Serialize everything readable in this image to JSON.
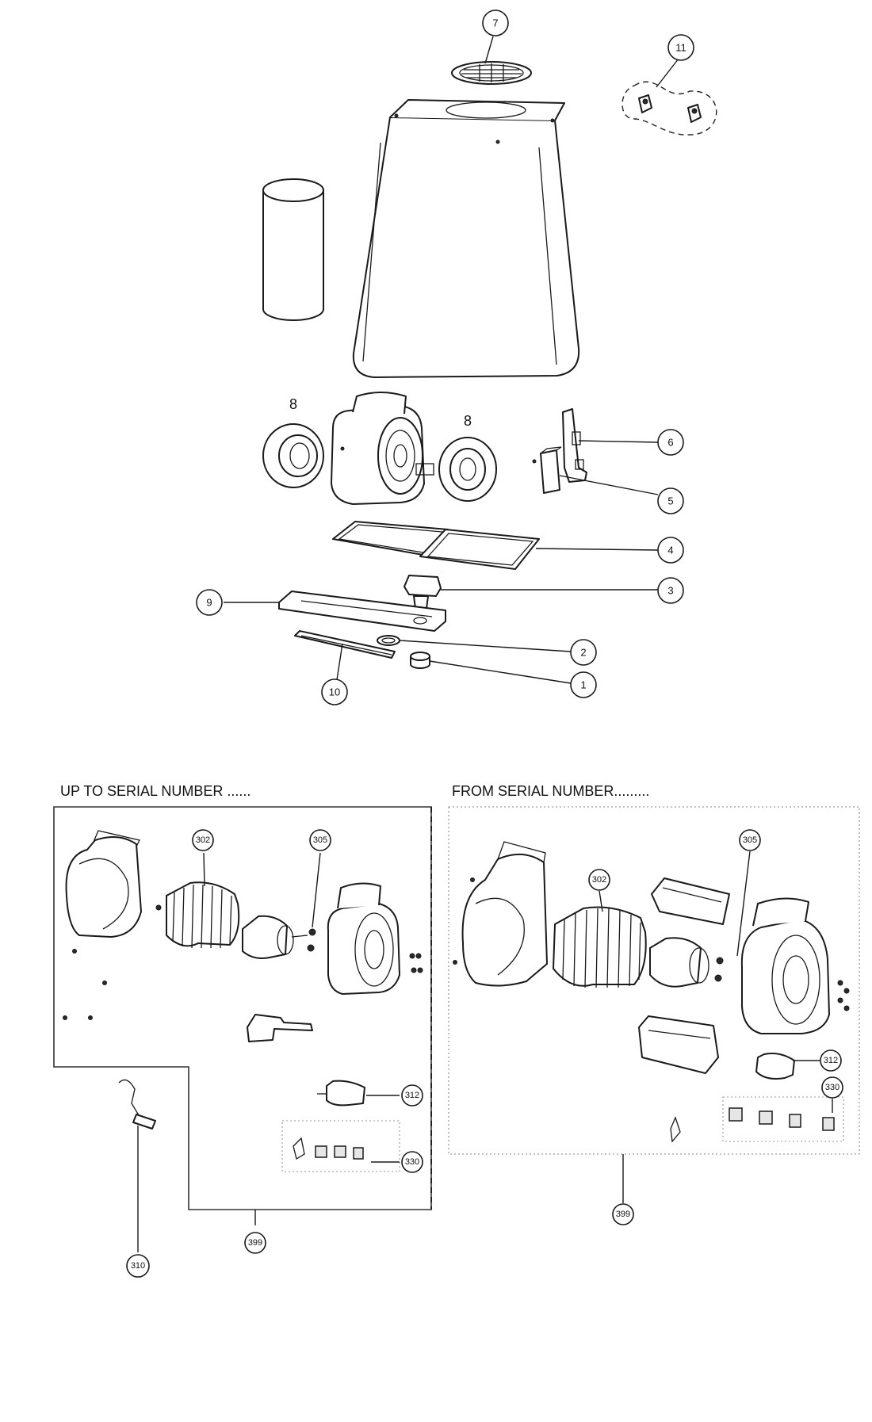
{
  "callouts": {
    "c7": "7",
    "c11": "11",
    "c6": "6",
    "c5": "5",
    "c4": "4",
    "c3": "3",
    "c9": "9",
    "c2": "2",
    "c1": "1",
    "c10": "10",
    "c8_left": "8",
    "c8_right": "8"
  },
  "sections": {
    "left": {
      "title": "UP TO SERIAL NUMBER ......",
      "callouts": {
        "c302": "302",
        "c305": "305",
        "c312": "312",
        "c330": "330",
        "c399": "399",
        "c310": "310"
      }
    },
    "right": {
      "title": "FROM SERIAL NUMBER.........",
      "callouts": {
        "c302": "302",
        "c305": "305",
        "c312": "312",
        "c330": "330",
        "c399": "399"
      }
    }
  },
  "colors": {
    "line": "#1a1a1a",
    "background": "#ffffff"
  }
}
